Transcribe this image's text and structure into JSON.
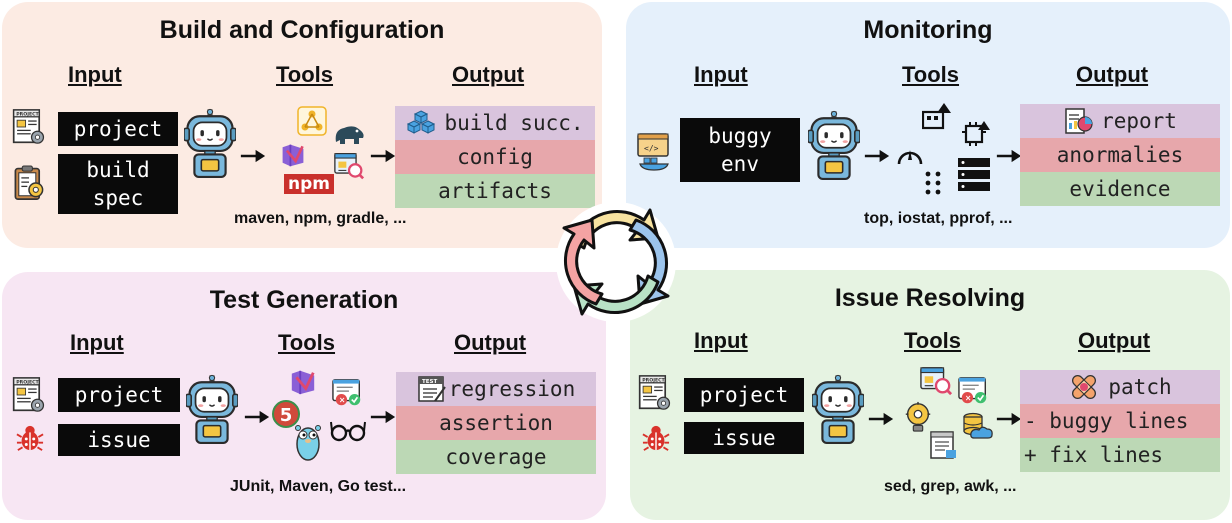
{
  "center": {
    "icon": "cycle-arrows-icon"
  },
  "panels": {
    "build": {
      "title": "Build and Configuration",
      "input_head": "Input",
      "tools_head": "Tools",
      "output_head": "Output",
      "inputs": [
        "project",
        "build\nspec"
      ],
      "outputs": [
        "build succ.",
        "config",
        "artifacts"
      ],
      "tools_caption": "maven, npm, gradle, ...",
      "npm_logo": "npm",
      "bg": "#fcebe3"
    },
    "monitor": {
      "title": "Monitoring",
      "input_head": "Input",
      "tools_head": "Tools",
      "output_head": "Output",
      "inputs": [
        "buggy\nenv"
      ],
      "outputs": [
        "report",
        "anormalies",
        "evidence"
      ],
      "tools_caption": "top, iostat, pprof, ...",
      "bg": "#e5f0fb"
    },
    "test": {
      "title": "Test Generation",
      "input_head": "Input",
      "tools_head": "Tools",
      "output_head": "Output",
      "inputs": [
        "project",
        "issue"
      ],
      "outputs": [
        "regression",
        "assertion",
        "coverage"
      ],
      "tools_caption": "JUnit, Maven, Go test...",
      "junit_number": "5",
      "bg": "#f7e6f3"
    },
    "issue": {
      "title": "Issue Resolving",
      "input_head": "Input",
      "tools_head": "Tools",
      "output_head": "Output",
      "inputs": [
        "project",
        "issue"
      ],
      "outputs": [
        "patch",
        "- buggy lines",
        "+ fix lines"
      ],
      "tools_caption": "sed, grep, awk, ...",
      "bg": "#e6f3e2"
    }
  },
  "colors": {
    "out_purple": "#d9c4dd",
    "out_red": "#e7a7ab",
    "out_green": "#bcd8b5"
  }
}
